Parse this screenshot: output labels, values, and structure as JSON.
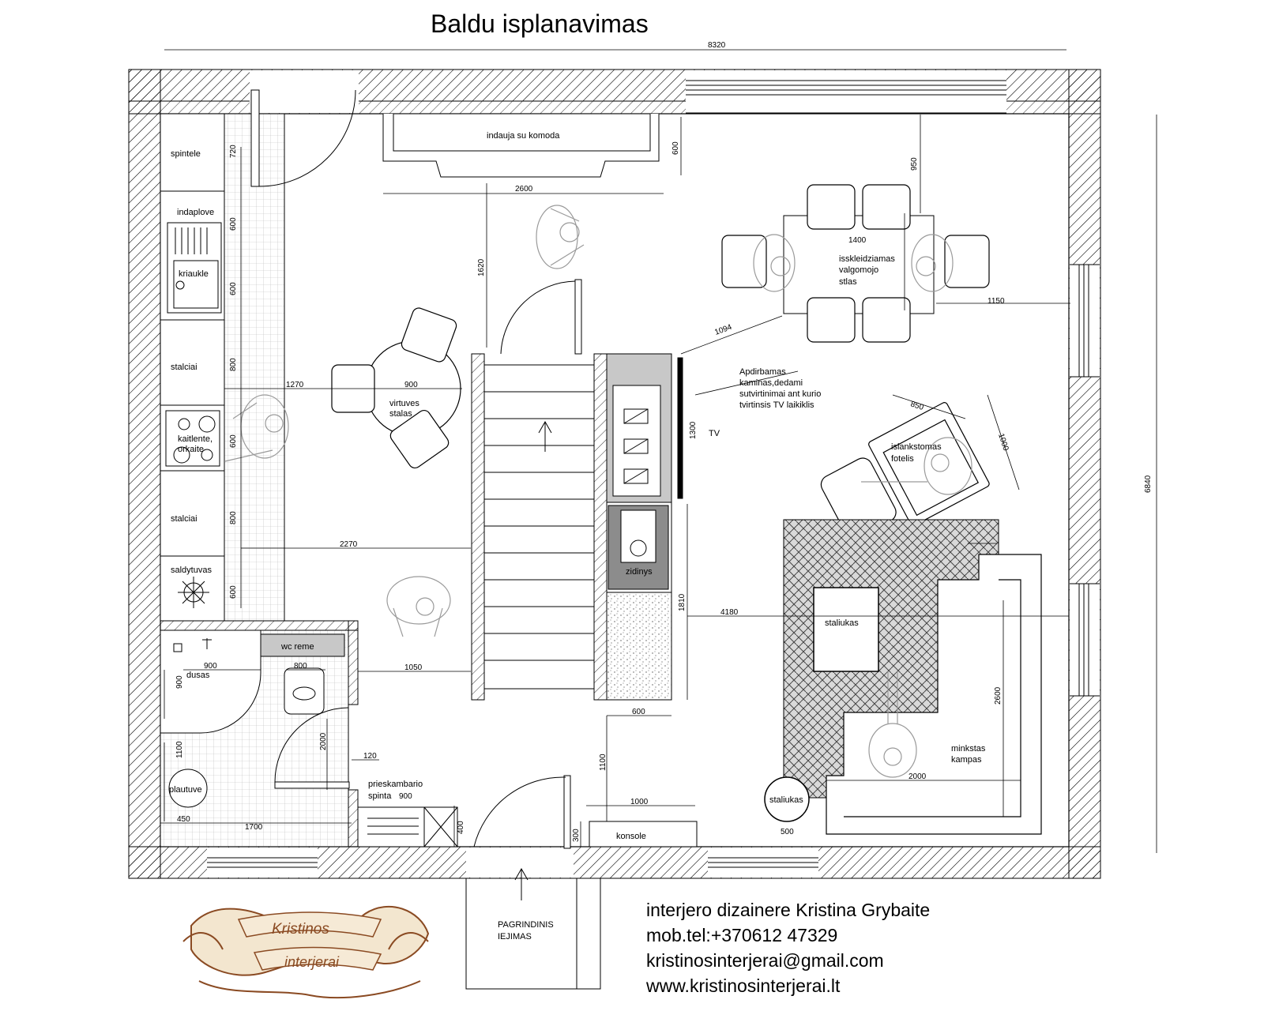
{
  "title": "Baldu isplanavimas",
  "overall_dims": {
    "width": "8320",
    "height": "6840"
  },
  "room_labels": {
    "spintele": "spintele",
    "indaplove": "indaplove",
    "kriaukle": "kriaukle",
    "stalciai_top": "stalciai",
    "kaitlente": "kaitlente,",
    "orkaite": "orkaite",
    "stalciai_bottom": "stalciai",
    "saldytuvas": "saldytuvas",
    "indauja": "indauja su komoda",
    "virtuves_stalas_1": "virtuves",
    "virtuves_stalas_2": "stalas",
    "isskleidziamas_1": "isskleidziamas",
    "isskleidziamas_2": "valgomojo",
    "isskleidziamas_3": "stlas",
    "apdirbamas_1": "Apdirbamas",
    "apdirbamas_2": "kaminas,dedami",
    "apdirbamas_3": "sutvirtinimai ant kurio",
    "apdirbamas_4": "tvirtinsis TV laikiklis",
    "tv": "TV",
    "fotelis_1": "islankstomas",
    "fotelis_2": "fotelis",
    "zidinys": "zidinys",
    "staliukas_main": "staliukas",
    "staliukas_round": "staliukas",
    "minkstas_1": "minkstas",
    "minkstas_2": "kampas",
    "wc_reme": "wc reme",
    "dusas": "dusas",
    "plautuve": "plautuve",
    "prieskambario_1": "prieskambario",
    "prieskambario_2": "spinta",
    "konsole": "konsole",
    "iejimas_1": "PAGRINDINIS",
    "iejimas_2": "IEJIMAS"
  },
  "dimensions": {
    "d720": "720",
    "d600a": "600",
    "d600b": "600",
    "d800a": "800",
    "d600c": "600",
    "d800b": "800",
    "d600d": "600",
    "d2600a": "2600",
    "d600e": "600",
    "d1620": "1620",
    "d950": "950",
    "d1400": "1400",
    "d1150": "1150",
    "d1094": "1094",
    "d1270": "1270",
    "d900a": "900",
    "d2270": "2270",
    "d850": "850",
    "d1000a": "1000",
    "d1300": "1300",
    "d1810": "1810",
    "d4180": "4180",
    "d1050": "1050",
    "d600f": "600",
    "d900b": "900",
    "d800c": "800",
    "d900c": "900",
    "d2000a": "2000",
    "d120": "120",
    "d1100a": "1100",
    "d450": "450",
    "d1700": "1700",
    "d900d": "900",
    "d400": "400",
    "d1100b": "1100",
    "d1000b": "1000",
    "d300": "300",
    "d2600b": "2600",
    "d2000b": "2000",
    "d500": "500"
  },
  "contact": {
    "designer": "interjero dizainere Kristina Grybaite",
    "phone": "mob.tel:+370612 47329",
    "email": "kristinosinterjerai@gmail.com",
    "web": "www.kristinosinterjerai.lt"
  },
  "logo": {
    "line1": "Kristinos",
    "line2": "interjerai"
  },
  "colors": {
    "line": "#000000",
    "person": "#9a9a9a",
    "fireplace_fill": "#c8c8c8",
    "hearth": "#8c8c8c",
    "logo_brown": "#8a4a22",
    "logo_ribbon": "#f3e6cf"
  }
}
